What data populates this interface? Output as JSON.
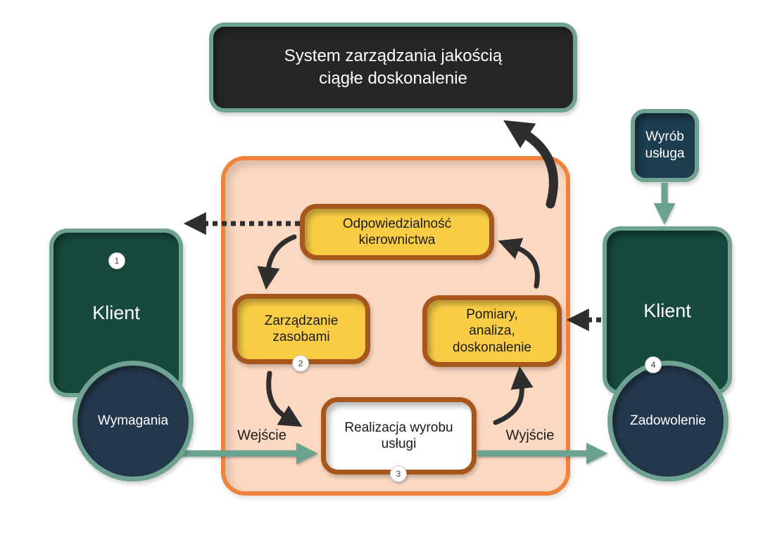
{
  "diagram": {
    "title": {
      "line1": "System zarządzania jakością",
      "line2": "ciągłe doskonalenie"
    },
    "product_box": {
      "line1": "Wyrób",
      "line2": "usługa"
    },
    "client_left": {
      "label": "Klient",
      "badge": "1"
    },
    "client_right": {
      "label": "Klient",
      "badge": "4"
    },
    "requirements_circle": {
      "label": "Wymagania"
    },
    "satisfaction_circle": {
      "label": "Zadowolenie"
    },
    "management_box": {
      "line1": "Odpowiedzialność",
      "line2": "kierownictwa"
    },
    "resources_box": {
      "line1": "Zarządzanie",
      "line2": "zasobami",
      "badge": "2"
    },
    "measurement_box": {
      "line1": "Pomiary,",
      "line2": "analiza,",
      "line3": "doskonalenie"
    },
    "realization_box": {
      "line1": "Realizacja wyrobu",
      "line2": "usługi",
      "badge": "3"
    },
    "flow_labels": {
      "input": "Wejście",
      "output": "Wyjście"
    },
    "colors": {
      "teal_border": "#6fa291",
      "dark_green_fill": "#17493f",
      "navy_fill": "#24384d",
      "title_fill": "#262626",
      "peach_fill": "#fbd8c1",
      "peach_border": "#f0823a",
      "yellow_fill": "#f8cd45",
      "inner_border": "#a8571c",
      "arrow_black": "#2e2e2e",
      "arrow_teal": "#6aa28f"
    }
  }
}
